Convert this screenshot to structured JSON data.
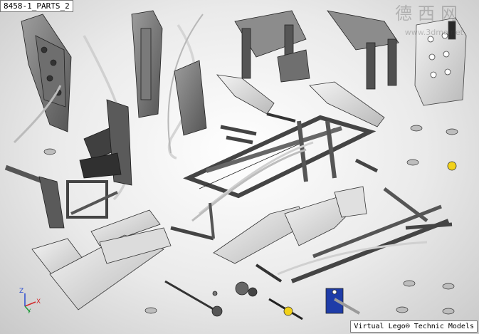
{
  "viewer": {
    "title": "8458-1_PARTS_2",
    "credit": "Virtual Lego® Technic Models",
    "watermark_text": "德西网",
    "watermark_url": "www.3dmo.net"
  },
  "axes": {
    "x_label": "X",
    "y_label": "Y",
    "z_label": "Z"
  },
  "colors": {
    "part_fill": "#8a8a8a",
    "part_dark": "#3a3a3a",
    "part_light": "#d6d6d6",
    "hose": "#cfcfcf",
    "accent_yellow": "#f2d21a",
    "accent_blue": "#1e3ca8",
    "axis_x": "#d02a2a",
    "axis_y": "#1e9a3a",
    "axis_z": "#2a4bd0"
  }
}
